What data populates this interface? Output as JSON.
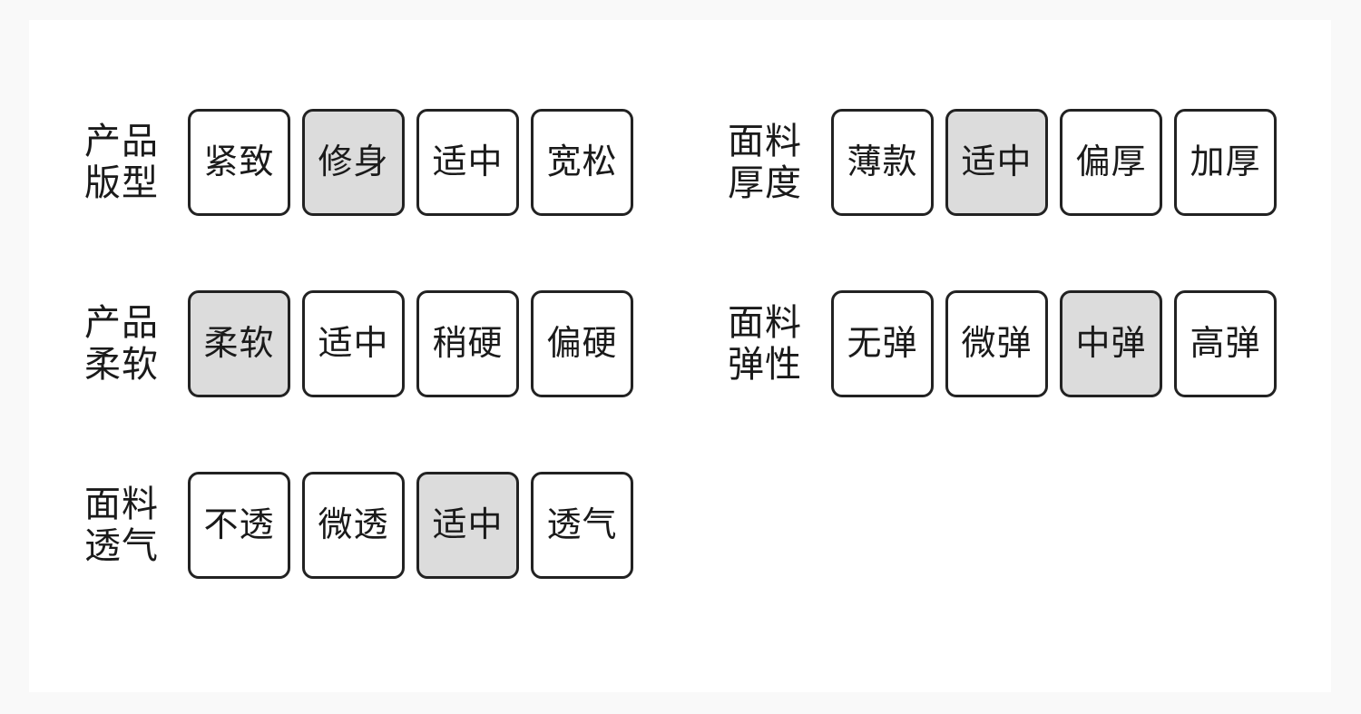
{
  "page": {
    "background_color": "#f9f9f9",
    "card_background_color": "#ffffff",
    "border_color": "#222222",
    "text_color": "#1a1a1a",
    "selected_fill_color": "#dcdcdc"
  },
  "columns": {
    "left": [
      {
        "label": "产品\n版型",
        "label_line1": "产品",
        "label_line2": "版型",
        "options": [
          {
            "text": "紧致",
            "selected": false
          },
          {
            "text": "修身",
            "selected": true
          },
          {
            "text": "适中",
            "selected": false
          },
          {
            "text": "宽松",
            "selected": false
          }
        ],
        "selected_value": "修身"
      },
      {
        "label": "产品\n柔软",
        "label_line1": "产品",
        "label_line2": "柔软",
        "options": [
          {
            "text": "柔软",
            "selected": true
          },
          {
            "text": "适中",
            "selected": false
          },
          {
            "text": "稍硬",
            "selected": false
          },
          {
            "text": "偏硬",
            "selected": false
          }
        ],
        "selected_value": "柔软"
      },
      {
        "label": "面料\n透气",
        "label_line1": "面料",
        "label_line2": "透气",
        "options": [
          {
            "text": "不透",
            "selected": false
          },
          {
            "text": "微透",
            "selected": false
          },
          {
            "text": "适中",
            "selected": true
          },
          {
            "text": "透气",
            "selected": false
          }
        ],
        "selected_value": "适中"
      }
    ],
    "right": [
      {
        "label": "面料\n厚度",
        "label_line1": "面料",
        "label_line2": "厚度",
        "options": [
          {
            "text": "薄款",
            "selected": false
          },
          {
            "text": "适中",
            "selected": true
          },
          {
            "text": "偏厚",
            "selected": false
          },
          {
            "text": "加厚",
            "selected": false
          }
        ],
        "selected_value": "适中"
      },
      {
        "label": "面料\n弹性",
        "label_line1": "面料",
        "label_line2": "弹性",
        "options": [
          {
            "text": "无弹",
            "selected": false
          },
          {
            "text": "微弹",
            "selected": false
          },
          {
            "text": "中弹",
            "selected": true
          },
          {
            "text": "高弹",
            "selected": false
          }
        ],
        "selected_value": "中弹"
      }
    ]
  }
}
